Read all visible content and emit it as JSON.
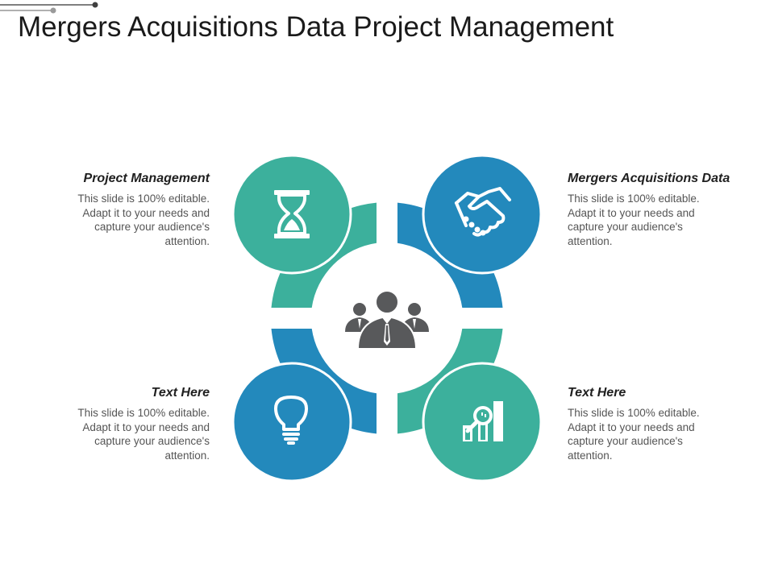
{
  "slide": {
    "title": "Mergers Acquisitions Data Project Management"
  },
  "colors": {
    "teal": "#3cb09c",
    "blue": "#2389bc",
    "icon_gray": "#58595b"
  },
  "center": {
    "icon": "team-people-icon"
  },
  "items": [
    {
      "heading": "Project Management",
      "body": "This slide is 100% editable. Adapt it to your needs and capture your audience's attention.",
      "icon": "hourglass-icon",
      "color": "teal"
    },
    {
      "heading": "Mergers Acquisitions Data",
      "body": "This slide is 100% editable. Adapt it to your needs and capture your audience's attention.",
      "icon": "handshake-icon",
      "color": "blue"
    },
    {
      "heading": "Text Here",
      "body": "This slide is 100% editable. Adapt it to your needs and capture your audience's attention.",
      "icon": "lightbulb-icon",
      "color": "blue"
    },
    {
      "heading": "Text Here",
      "body": "This slide is 100% editable. Adapt it to your needs and capture your audience's attention.",
      "icon": "bar-chart-magnifier-icon",
      "color": "teal"
    }
  ]
}
